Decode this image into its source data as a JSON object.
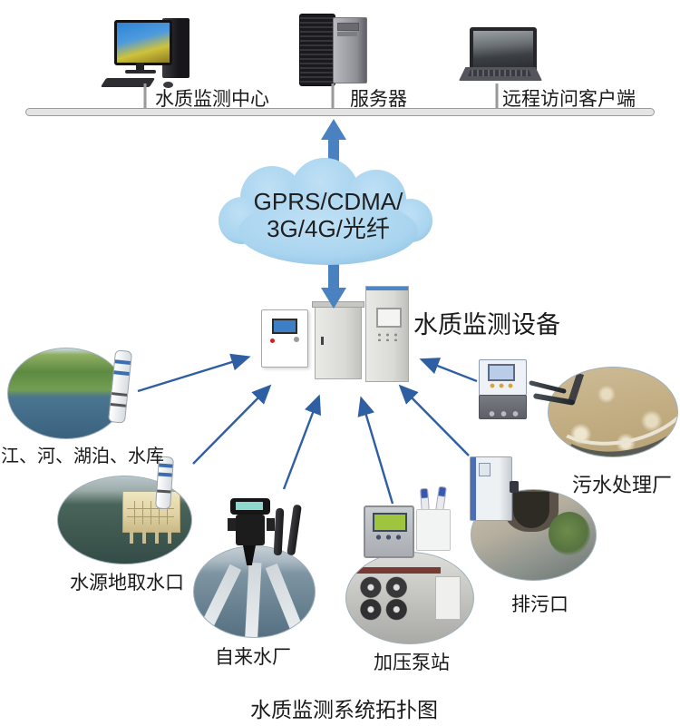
{
  "caption": "水质监测系统拓扑图",
  "top": {
    "monitoring_center": "水质监测中心",
    "server": "服务器",
    "remote_client": "远程访问客户端"
  },
  "network_cloud": {
    "line1": "GPRS/CDMA/",
    "line2": "3G/4G/光纤"
  },
  "equipment_label": "水质监测设备",
  "sites": {
    "rivers_lakes": "江、河、湖泊、水库",
    "intake": "水源地取水口",
    "waterworks": "自来水厂",
    "pump_station": "加压泵站",
    "outfall": "排污口",
    "sewage_plant": "污水处理厂"
  },
  "icons": {
    "monitoring_center": "desktop-computer-icon",
    "server": "server-tower-icon",
    "remote_client": "laptop-icon",
    "network": "cloud-icon",
    "equipment": "control-cabinet-icons",
    "probes": "water-quality-probe-icon"
  },
  "colors": {
    "block_arrow_blue": "#4a81c1",
    "thin_arrow_blue": "#2e5fa3",
    "cloud_fill": "#a9d4ef",
    "bus_bar_fill": "#e4e4e4",
    "bus_bar_border": "#9a9a9a",
    "text": "#1a1a1a",
    "cabinet_gray": "#d9d9d5"
  }
}
